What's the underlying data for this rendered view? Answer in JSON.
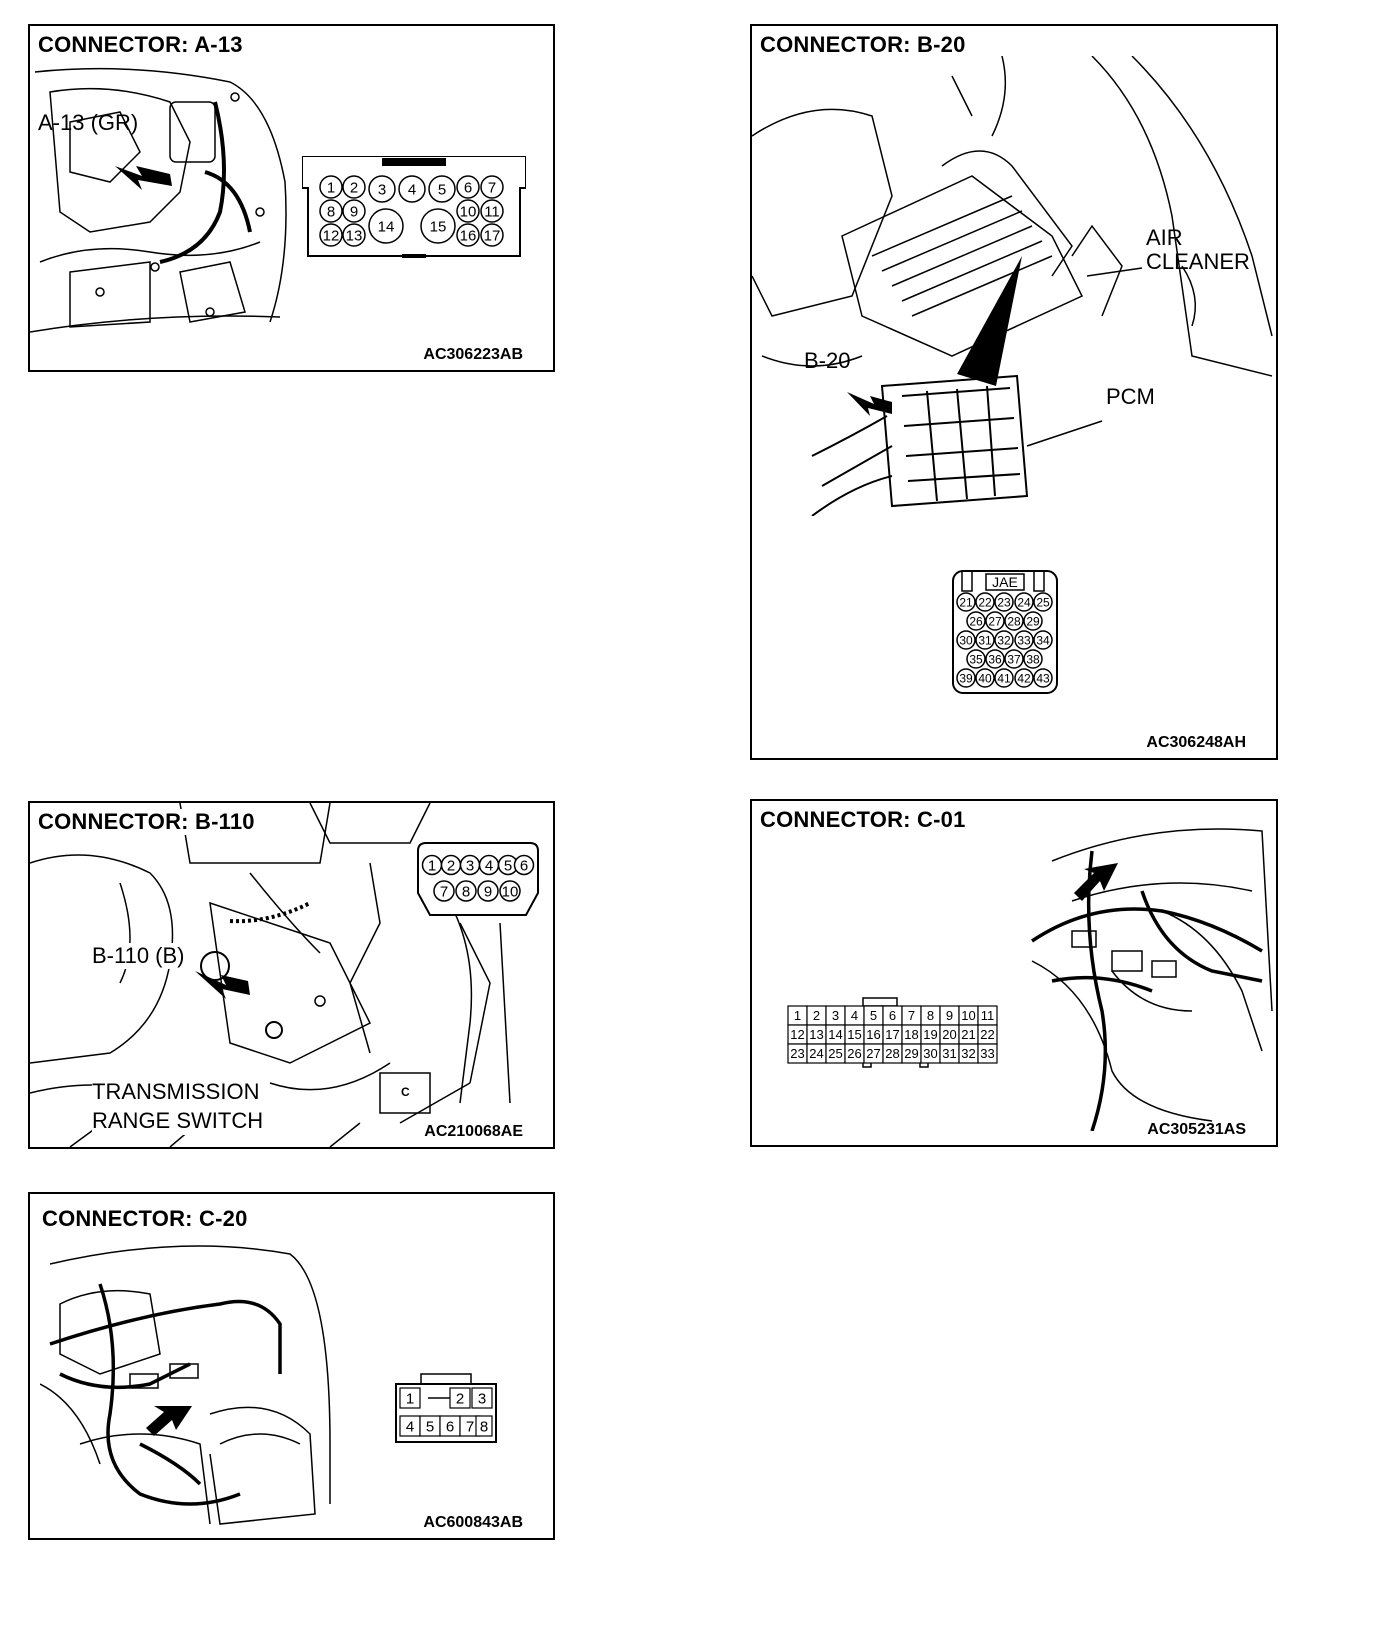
{
  "panels": {
    "a13": {
      "title": "CONNECTOR: A-13",
      "code": "AC306223AB",
      "callout": "A-13 (GR)",
      "pins": [
        "1",
        "2",
        "3",
        "4",
        "5",
        "6",
        "7",
        "8",
        "9",
        "10",
        "11",
        "12",
        "13",
        "14",
        "15",
        "16",
        "17"
      ]
    },
    "b20": {
      "title": "CONNECTOR: B-20",
      "code": "AC306248AH",
      "callout": "B-20",
      "air_cleaner_line1": "AIR",
      "air_cleaner_line2": "CLEANER",
      "pcm": "PCM",
      "brand": "JAE",
      "pins": [
        "21",
        "22",
        "23",
        "24",
        "25",
        "26",
        "27",
        "28",
        "29",
        "30",
        "31",
        "32",
        "33",
        "34",
        "35",
        "36",
        "37",
        "38",
        "39",
        "40",
        "41",
        "42",
        "43"
      ]
    },
    "b110": {
      "title": "CONNECTOR: B-110",
      "code": "AC210068AE",
      "callout": "B-110 (B)",
      "switch_line1": "TRANSMISSION",
      "switch_line2": "RANGE SWITCH",
      "marker": "C",
      "pins": [
        "1",
        "2",
        "3",
        "4",
        "5",
        "6",
        "7",
        "8",
        "9",
        "10"
      ]
    },
    "c01": {
      "title": "CONNECTOR: C-01",
      "code": "AC305231AS",
      "pins": [
        "1",
        "2",
        "3",
        "4",
        "5",
        "6",
        "7",
        "8",
        "9",
        "10",
        "11",
        "12",
        "13",
        "14",
        "15",
        "16",
        "17",
        "18",
        "19",
        "20",
        "21",
        "22",
        "23",
        "24",
        "25",
        "26",
        "27",
        "28",
        "29",
        "30",
        "31",
        "32",
        "33"
      ]
    },
    "c20": {
      "title": "CONNECTOR: C-20",
      "code": "AC600843AB",
      "pins": [
        "1",
        "2",
        "3",
        "4",
        "5",
        "6",
        "7",
        "8"
      ]
    }
  }
}
